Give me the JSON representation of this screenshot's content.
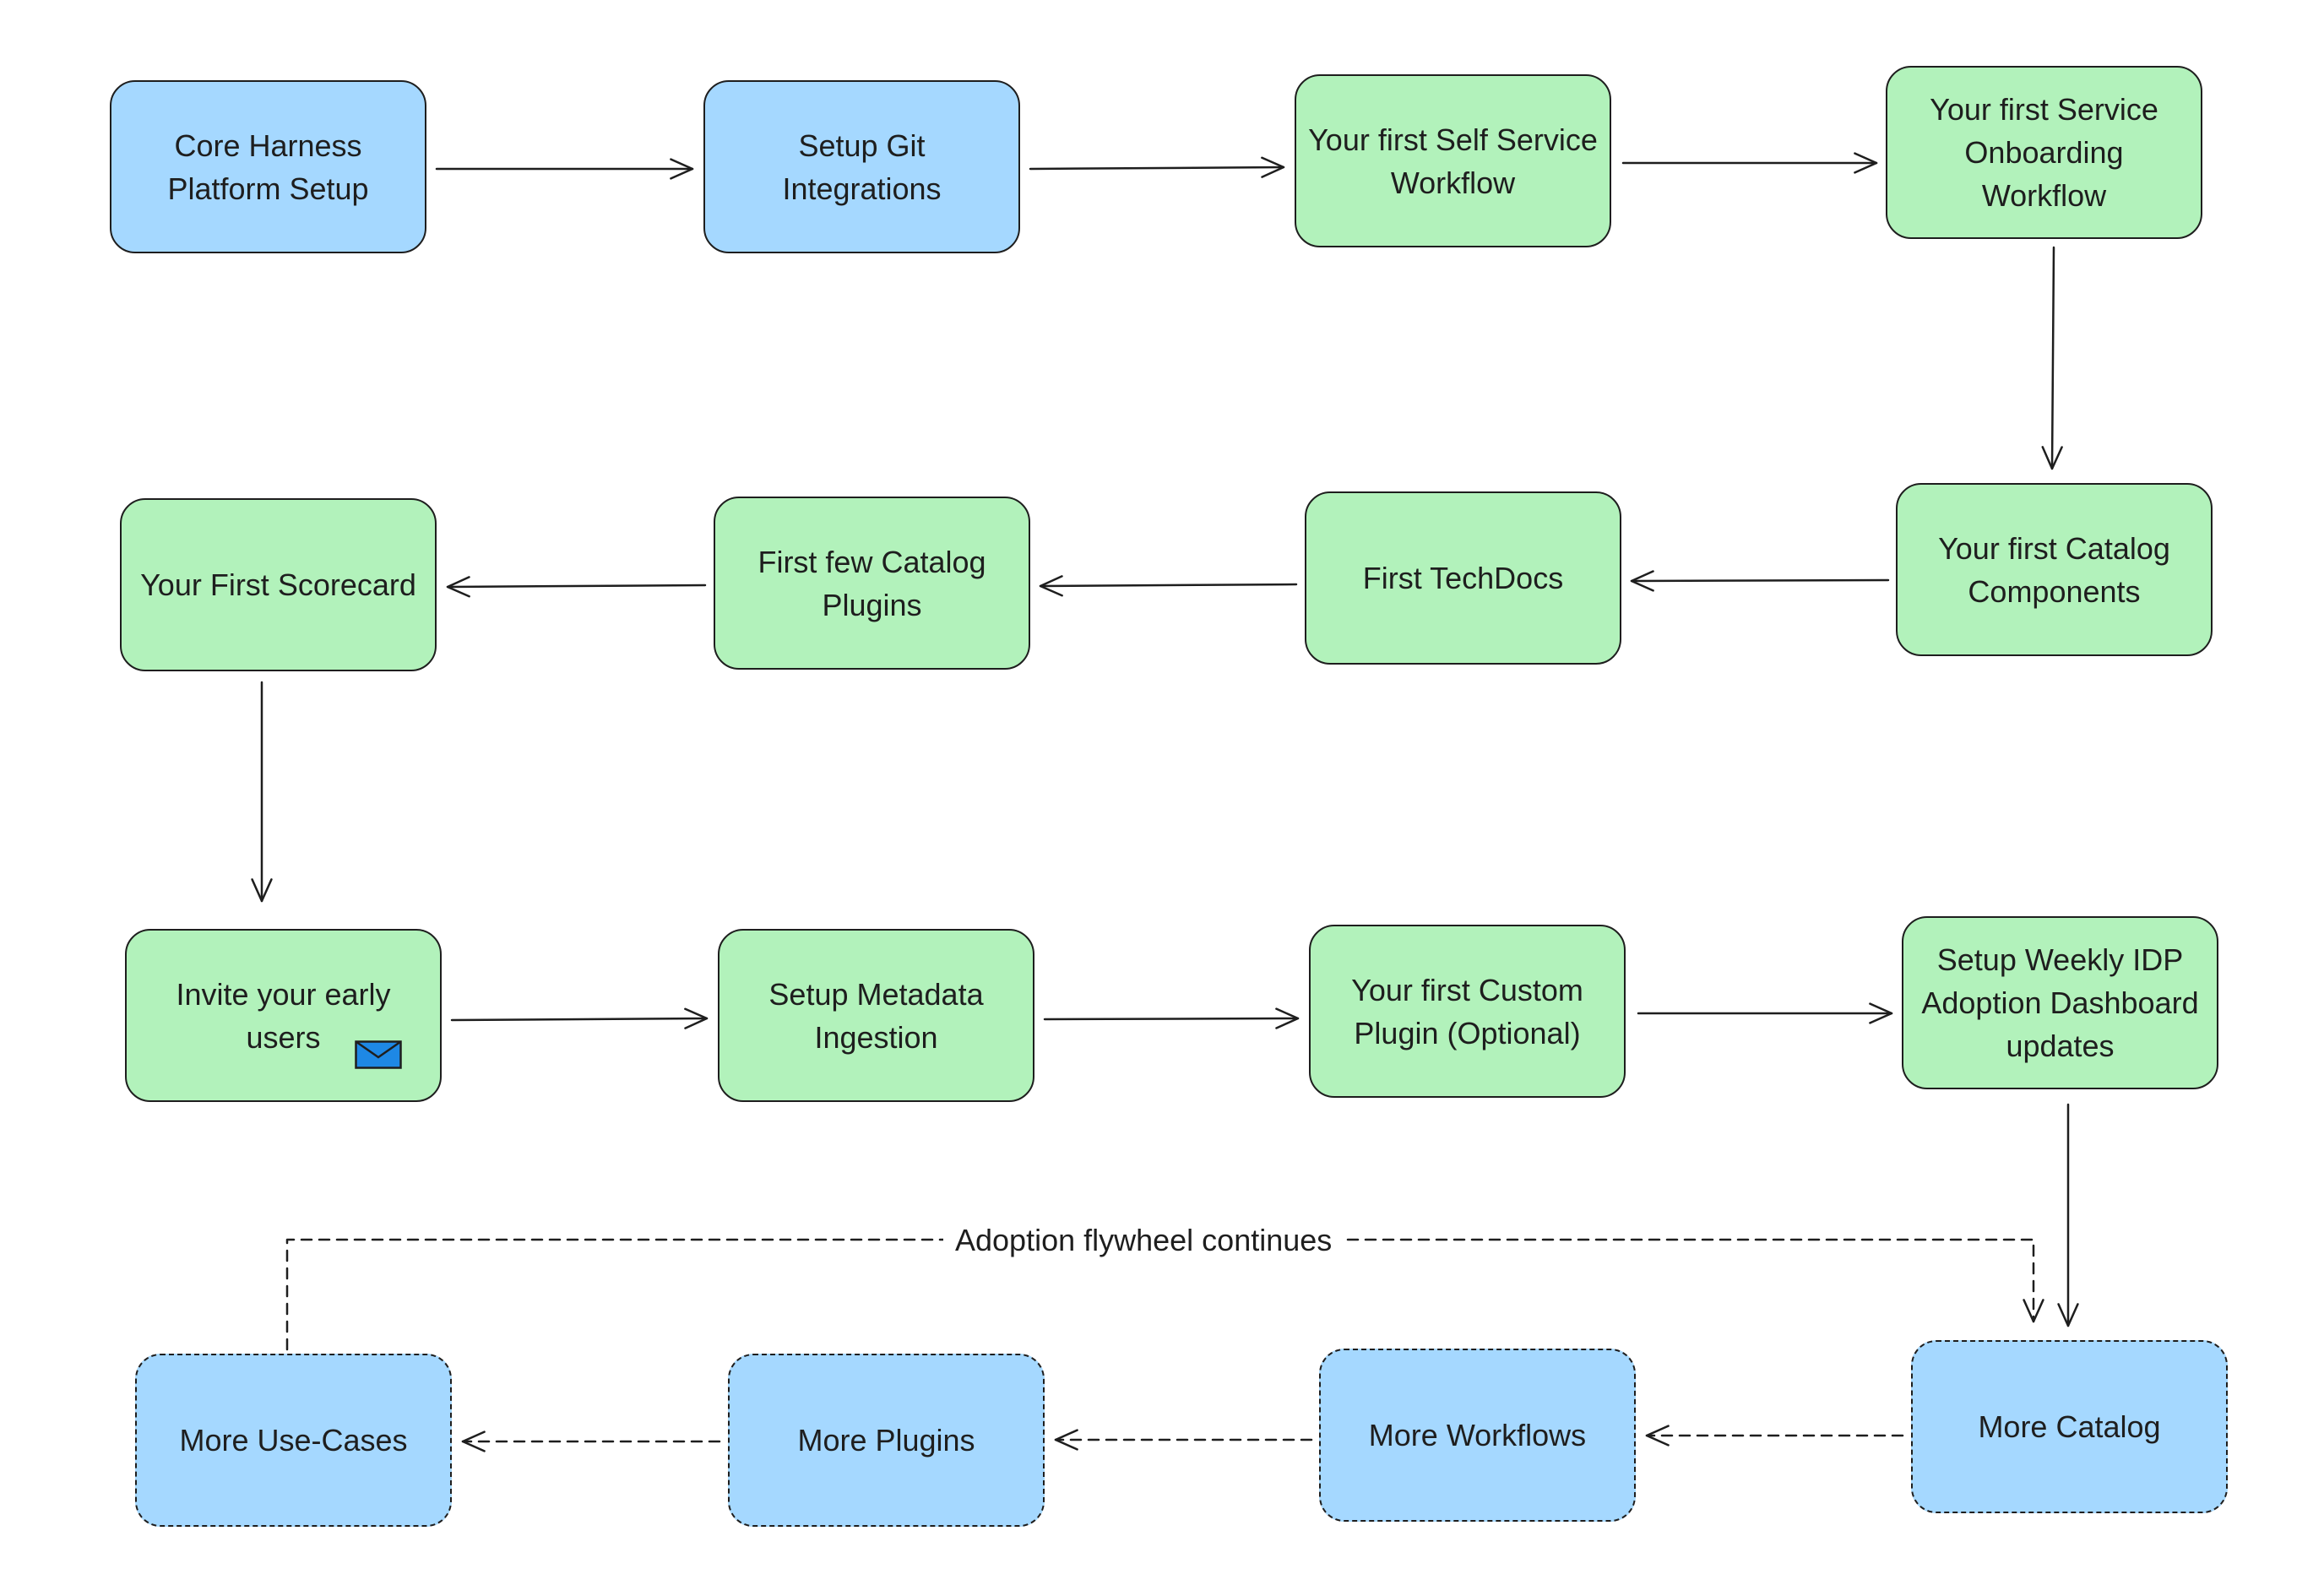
{
  "diagram": {
    "nodes": {
      "core_harness": "Core Harness\nPlatform Setup",
      "setup_git": "Setup Git\nIntegrations",
      "self_service": "Your first Self Service\nWorkflow",
      "service_onboarding": "Your first Service\nOnboarding\nWorkflow",
      "catalog_components": "Your first Catalog\nComponents",
      "techdocs": "First TechDocs",
      "catalog_plugins": "First few Catalog\nPlugins",
      "scorecard": "Your First Scorecard",
      "invite_users": "Invite your early\nusers",
      "metadata_ingestion": "Setup Metadata\nIngestion",
      "custom_plugin": "Your first Custom\nPlugin (Optional)",
      "weekly_dashboard": "Setup Weekly IDP\nAdoption Dashboard\nupdates",
      "more_catalog": "More Catalog",
      "more_workflows": "More Workflows",
      "more_plugins": "More Plugins",
      "more_use_cases": "More Use-Cases"
    },
    "loop_label": "Adoption flywheel continues"
  },
  "colors": {
    "blue_fill": "#a5d8ff",
    "green_fill": "#b2f2bb",
    "stroke": "#1e1e1e",
    "envelope_fill": "#1e88e5"
  },
  "icons": {
    "invite_users": "envelope-icon"
  }
}
